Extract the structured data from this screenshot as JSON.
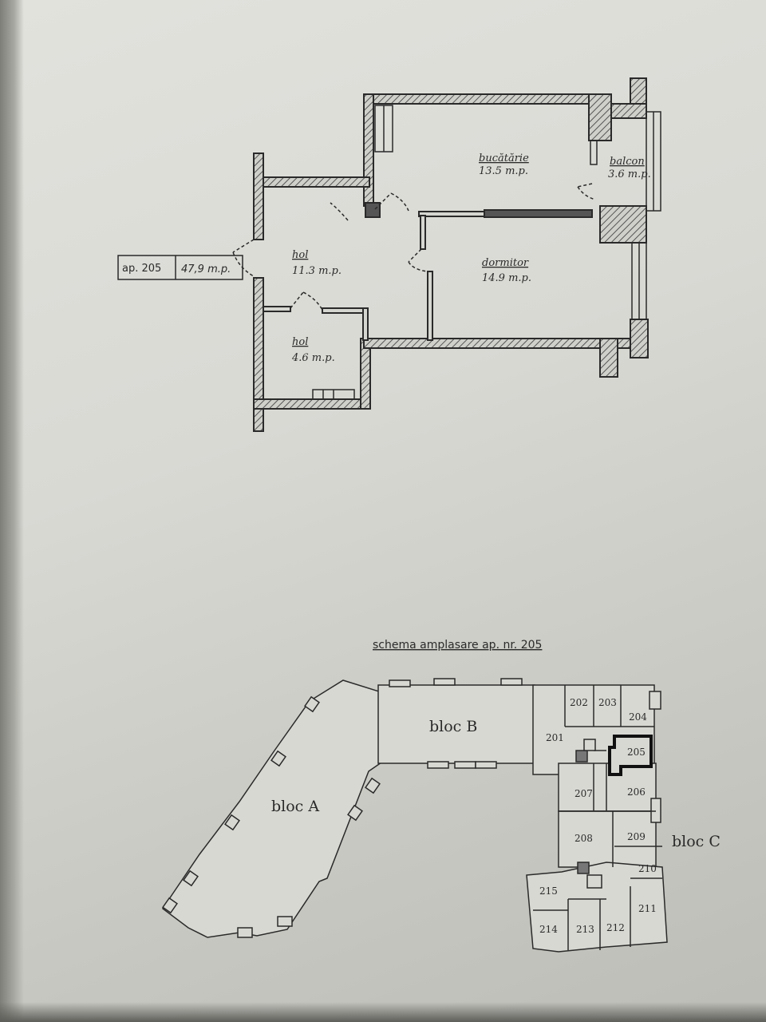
{
  "floor_plan": {
    "apartment_label": "ap. 205",
    "apartment_area": "47,9 m.p.",
    "rooms": [
      {
        "name": "bucătărie",
        "area": "13.5 m.p."
      },
      {
        "name": "balcon",
        "area": "3.6 m.p."
      },
      {
        "name": "dormitor",
        "area": "14.9 m.p."
      },
      {
        "name": "hol",
        "area": "11.3 m.p."
      },
      {
        "name": "hol",
        "area": "4.6 m.p."
      }
    ]
  },
  "site_scheme": {
    "title": "schema amplasare ap. nr. 205",
    "blocks": [
      "bloc A",
      "bloc B",
      "bloc C"
    ],
    "apartments": [
      "202",
      "203",
      "204",
      "201",
      "205",
      "207",
      "206",
      "208",
      "209",
      "210",
      "215",
      "211",
      "214",
      "213",
      "212"
    ],
    "highlighted_apartment": "205"
  },
  "colors": {
    "paper": "#dcdcd7",
    "ink": "#2a2a2a",
    "wall_hatch": "#6a6a6a"
  }
}
